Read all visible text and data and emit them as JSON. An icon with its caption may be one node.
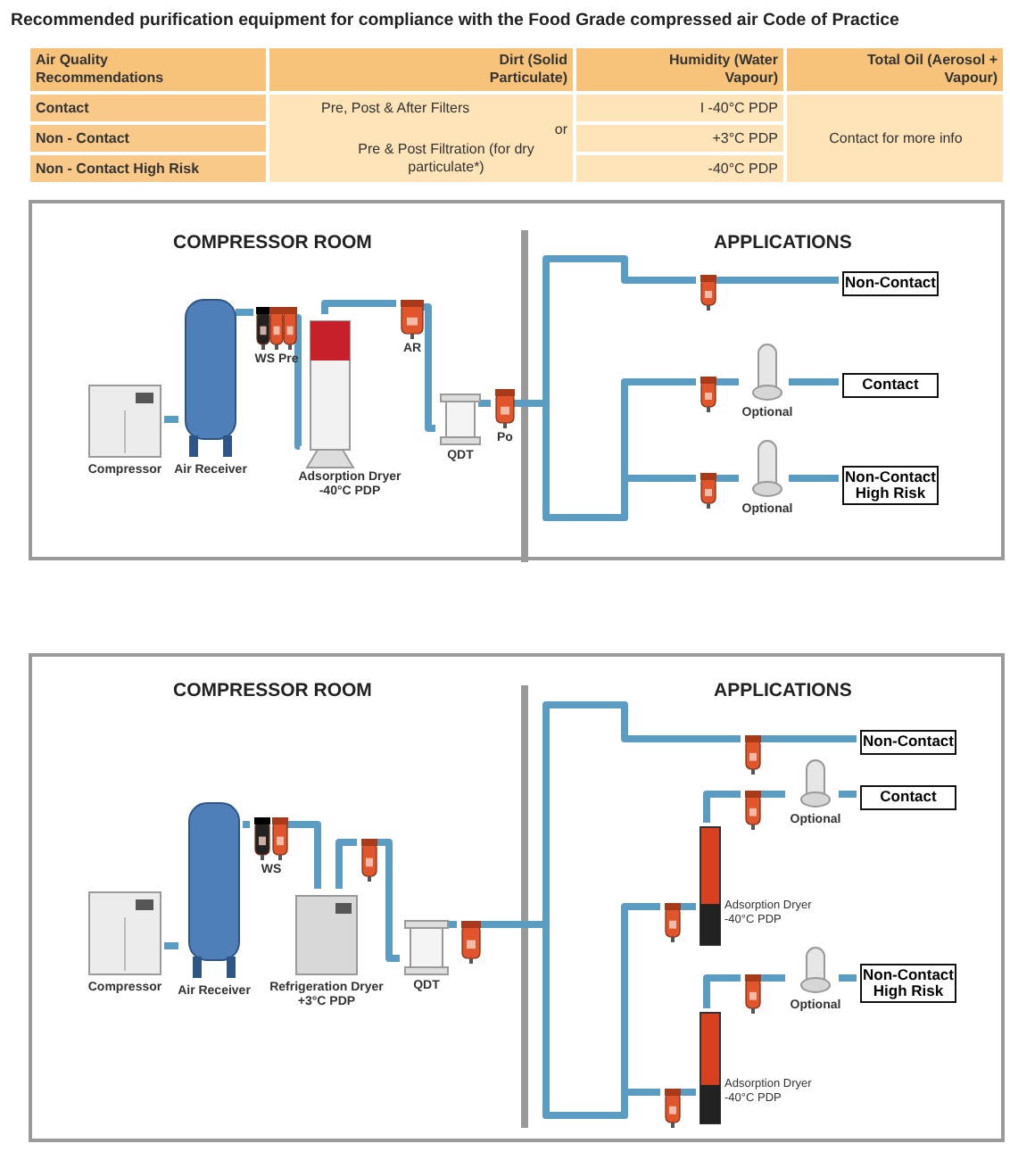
{
  "diagram": {
    "title": "Recommended purification equipment for compliance with the Food Grade compressed air Code of Practice",
    "nodes": [
      {
        "text": [
          "COMPRESSOR ROOM",
          "APPLICATIONS"
        ]
      },
      {
        "text": [
          "Compressor"
        ],
        "in": 0
      },
      {
        "text": [
          "Air Receiver"
        ],
        "in": 0
      },
      {
        "text": [
          "WS Pre"
        ],
        "in": 0
      },
      {
        "text": [
          "Adsorption Dryer -40°C PDP"
        ],
        "in": 0
      },
      {
        "text": [
          "AR"
        ],
        "in": 0
      },
      {
        "text": [
          "QDT"
        ],
        "in": 0
      },
      {
        "text": [
          "Po"
        ],
        "in": 0
      },
      {
        "text": [],
        "shape": "picture",
        "in": 0
      },
      {
        "text": [
          "Non-Contact"
        ],
        "in": 0
      },
      {
        "text": [],
        "shape": "picture",
        "in": 0
      },
      {
        "text": [
          "Optional"
        ],
        "in": 0
      },
      {
        "text": [
          "Contact"
        ],
        "in": 0
      },
      {
        "text": [],
        "shape": "picture",
        "in": 0
      },
      {
        "text": [
          "Optional"
        ],
        "in": 0
      },
      {
        "text": [
          "Non-Contact High Risk"
        ],
        "in": 0
      },
      {
        "text": [
          "COMPRESSOR ROOM",
          "APPLICATIONS"
        ]
      },
      {
        "text": [
          "Compressor"
        ],
        "in": 16
      },
      {
        "text": [
          "Air Receiver"
        ],
        "in": 16
      },
      {
        "text": [
          "WS"
        ],
        "in": 16
      },
      {
        "text": [
          "Refrigeration Dryer +3°C PDP"
        ],
        "in": 16
      },
      {
        "text": [],
        "shape": "picture",
        "in": 16
      },
      {
        "text": [
          "QDT"
        ],
        "in": 16
      },
      {
        "text": [],
        "shape": "picture",
        "in": 16
      },
      {
        "text": [],
        "shape": "picture",
        "in": 16
      },
      {
        "text": [
          "Non-Contact"
        ],
        "in": 16
      },
      {
        "text": [],
        "shape": "picture",
        "in": 16
      },
      {
        "text": [
          "Adsorption Dryer -40°C PDP"
        ],
        "in": 16
      },
      {
        "text": [],
        "shape": "picture",
        "in": 16
      },
      {
        "text": [
          "Optional"
        ],
        "in": 16
      },
      {
        "text": [
          "Contact"
        ],
        "in": 16
      },
      {
        "text": [],
        "shape": "picture",
        "in": 16
      },
      {
        "text": [
          "Adsorption Dryer -40°C PDP"
        ],
        "in": 16
      },
      {
        "text": [],
        "shape": "picture",
        "in": 16
      },
      {
        "text": [
          "Optional"
        ],
        "in": 16
      },
      {
        "text": [
          "Non-Contact High Risk"
        ],
        "in": 16
      }
    ],
    "edges": [
      {
        "from": 1,
        "to": 2,
        "arrow": "none"
      },
      {
        "from": 2,
        "to": 3,
        "arrow": "none"
      },
      {
        "from": 3,
        "to": 4,
        "arrow": "none"
      },
      {
        "from": 4,
        "to": 5,
        "arrow": "none"
      },
      {
        "from": 5,
        "to": 6,
        "arrow": "none"
      },
      {
        "from": 6,
        "to": 7,
        "arrow": "none"
      },
      {
        "from": 7,
        "to": 8,
        "arrow": "none"
      },
      {
        "from": 7,
        "to": 10,
        "arrow": "none"
      },
      {
        "from": 7,
        "to": 13,
        "arrow": "none"
      },
      {
        "from": 8,
        "to": 9,
        "arrow": "none"
      },
      {
        "from": 10,
        "to": 11,
        "arrow": "none"
      },
      {
        "from": 11,
        "to": 12,
        "arrow": "none"
      },
      {
        "from": 13,
        "to": 14,
        "arrow": "none"
      },
      {
        "from": 14,
        "to": 15,
        "arrow": "none"
      },
      {
        "from": 17,
        "to": 18,
        "arrow": "none"
      },
      {
        "from": 18,
        "to": 19,
        "arrow": "none"
      },
      {
        "from": 19,
        "to": 20,
        "arrow": "none"
      },
      {
        "from": 20,
        "to": 21,
        "arrow": "none"
      },
      {
        "from": 21,
        "to": 22,
        "arrow": "none"
      },
      {
        "from": 22,
        "to": 23,
        "arrow": "none"
      },
      {
        "from": 23,
        "to": 24,
        "arrow": "none"
      },
      {
        "from": 23,
        "to": 26,
        "arrow": "none"
      },
      {
        "from": 23,
        "to": 31,
        "arrow": "none"
      },
      {
        "from": 24,
        "to": 25,
        "arrow": "none"
      },
      {
        "from": 26,
        "to": 27,
        "arrow": "none"
      },
      {
        "from": 27,
        "to": 28,
        "arrow": "none"
      },
      {
        "from": 28,
        "to": 29,
        "arrow": "none"
      },
      {
        "from": 29,
        "to": 30,
        "arrow": "none"
      },
      {
        "from": 31,
        "to": 32,
        "arrow": "none"
      },
      {
        "from": 32,
        "to": 33,
        "arrow": "none"
      },
      {
        "from": 33,
        "to": 34,
        "arrow": "none"
      },
      {
        "from": 34,
        "to": 35,
        "arrow": "none"
      }
    ],
    "labels": [
      "Air Quality Recommendations",
      "Dirt (Solid Particulate)",
      "Humidity (Water Vapour)",
      "Total Oil (Aerosol + Vapour)",
      "Contact",
      "Pre, Post & After Filters",
      "I -40°C PDP",
      "Non - Contact",
      "or",
      "+3°C PDP",
      "Contact for more info",
      "Non - Contact High Risk",
      "Pre & Post Filtration (for dry particulate*)",
      "-40°C PDP"
    ]
  }
}
